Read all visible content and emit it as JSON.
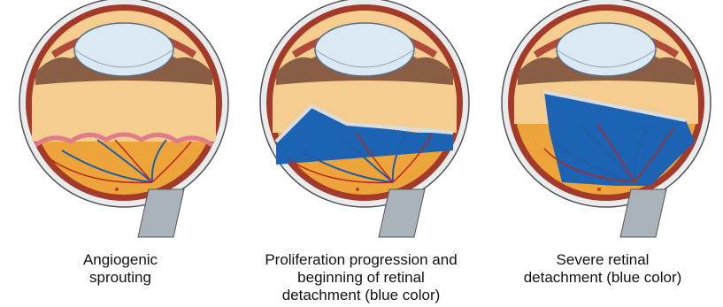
{
  "panels": [
    {
      "caption_lines": [
        "Angiogenic",
        "sprouting"
      ]
    },
    {
      "caption_lines": [
        "Proliferation progression and",
        "beginning of retinal",
        "detachment (blue color)"
      ]
    },
    {
      "caption_lines": [
        "Severe retinal",
        "detachment (blue color)"
      ]
    }
  ],
  "colors": {
    "sclera": "#e9ecee",
    "choroid": "#a33a2a",
    "retina_fundus": "#eda43a",
    "vitreous": "#f6cd90",
    "lens": "#dbe9f5",
    "iris": "#8a5e44",
    "optic_nerve": "#aab3b9",
    "detached_retina": "#1d63b3",
    "vessel": "#b8271c"
  }
}
